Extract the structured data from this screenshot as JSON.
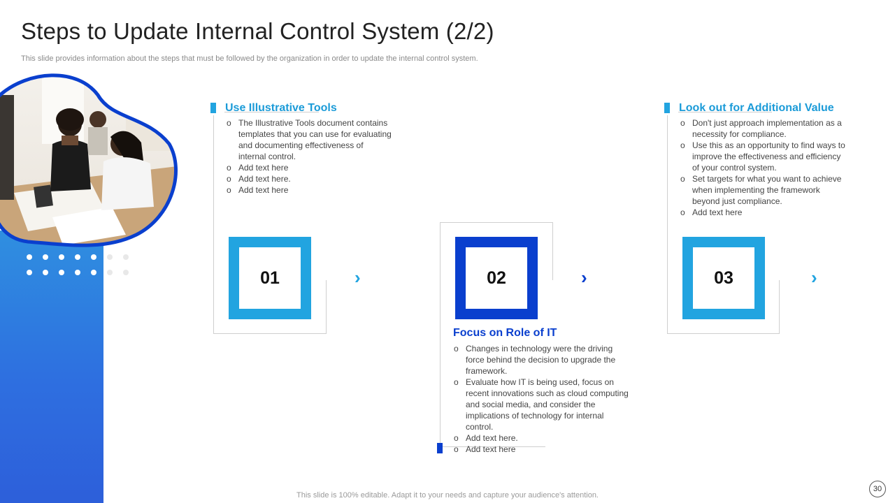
{
  "slide": {
    "title": "Steps to Update Internal Control System (2/2)",
    "subtitle": "This slide provides information about the steps that must be followed by the organization in order to update the internal control system.",
    "footer": "This slide is 100% editable. Adapt it to your needs and capture your audience's attention.",
    "page_number": "30"
  },
  "colors": {
    "light_blue": "#22a4e0",
    "dark_blue": "#0a3fce"
  },
  "steps": [
    {
      "number": "01",
      "heading": "Use Illustrative Tools",
      "bullets": [
        "The Illustrative Tools document contains templates that you can use for evaluating and documenting effectiveness of internal control.",
        "Add text here",
        "Add text here.",
        "Add text here"
      ]
    },
    {
      "number": "02",
      "heading": "Focus on Role of IT",
      "bullets": [
        "Changes in technology were the driving force behind the decision to upgrade the framework.",
        "Evaluate how IT is being used, focus on recent innovations such as cloud computing and social media, and consider the implications of technology for internal control.",
        "Add text here.",
        "Add text here"
      ]
    },
    {
      "number": "03",
      "heading": "Look out for Additional Value",
      "bullets": [
        "Don't just approach implementation as a necessity for compliance.",
        "Use this as an opportunity to find ways to improve the effectiveness and efficiency of your control system.",
        "Set targets for what you want to achieve when implementing the framework beyond just compliance.",
        "Add text here"
      ]
    }
  ],
  "icons": {
    "chevron": "›"
  }
}
